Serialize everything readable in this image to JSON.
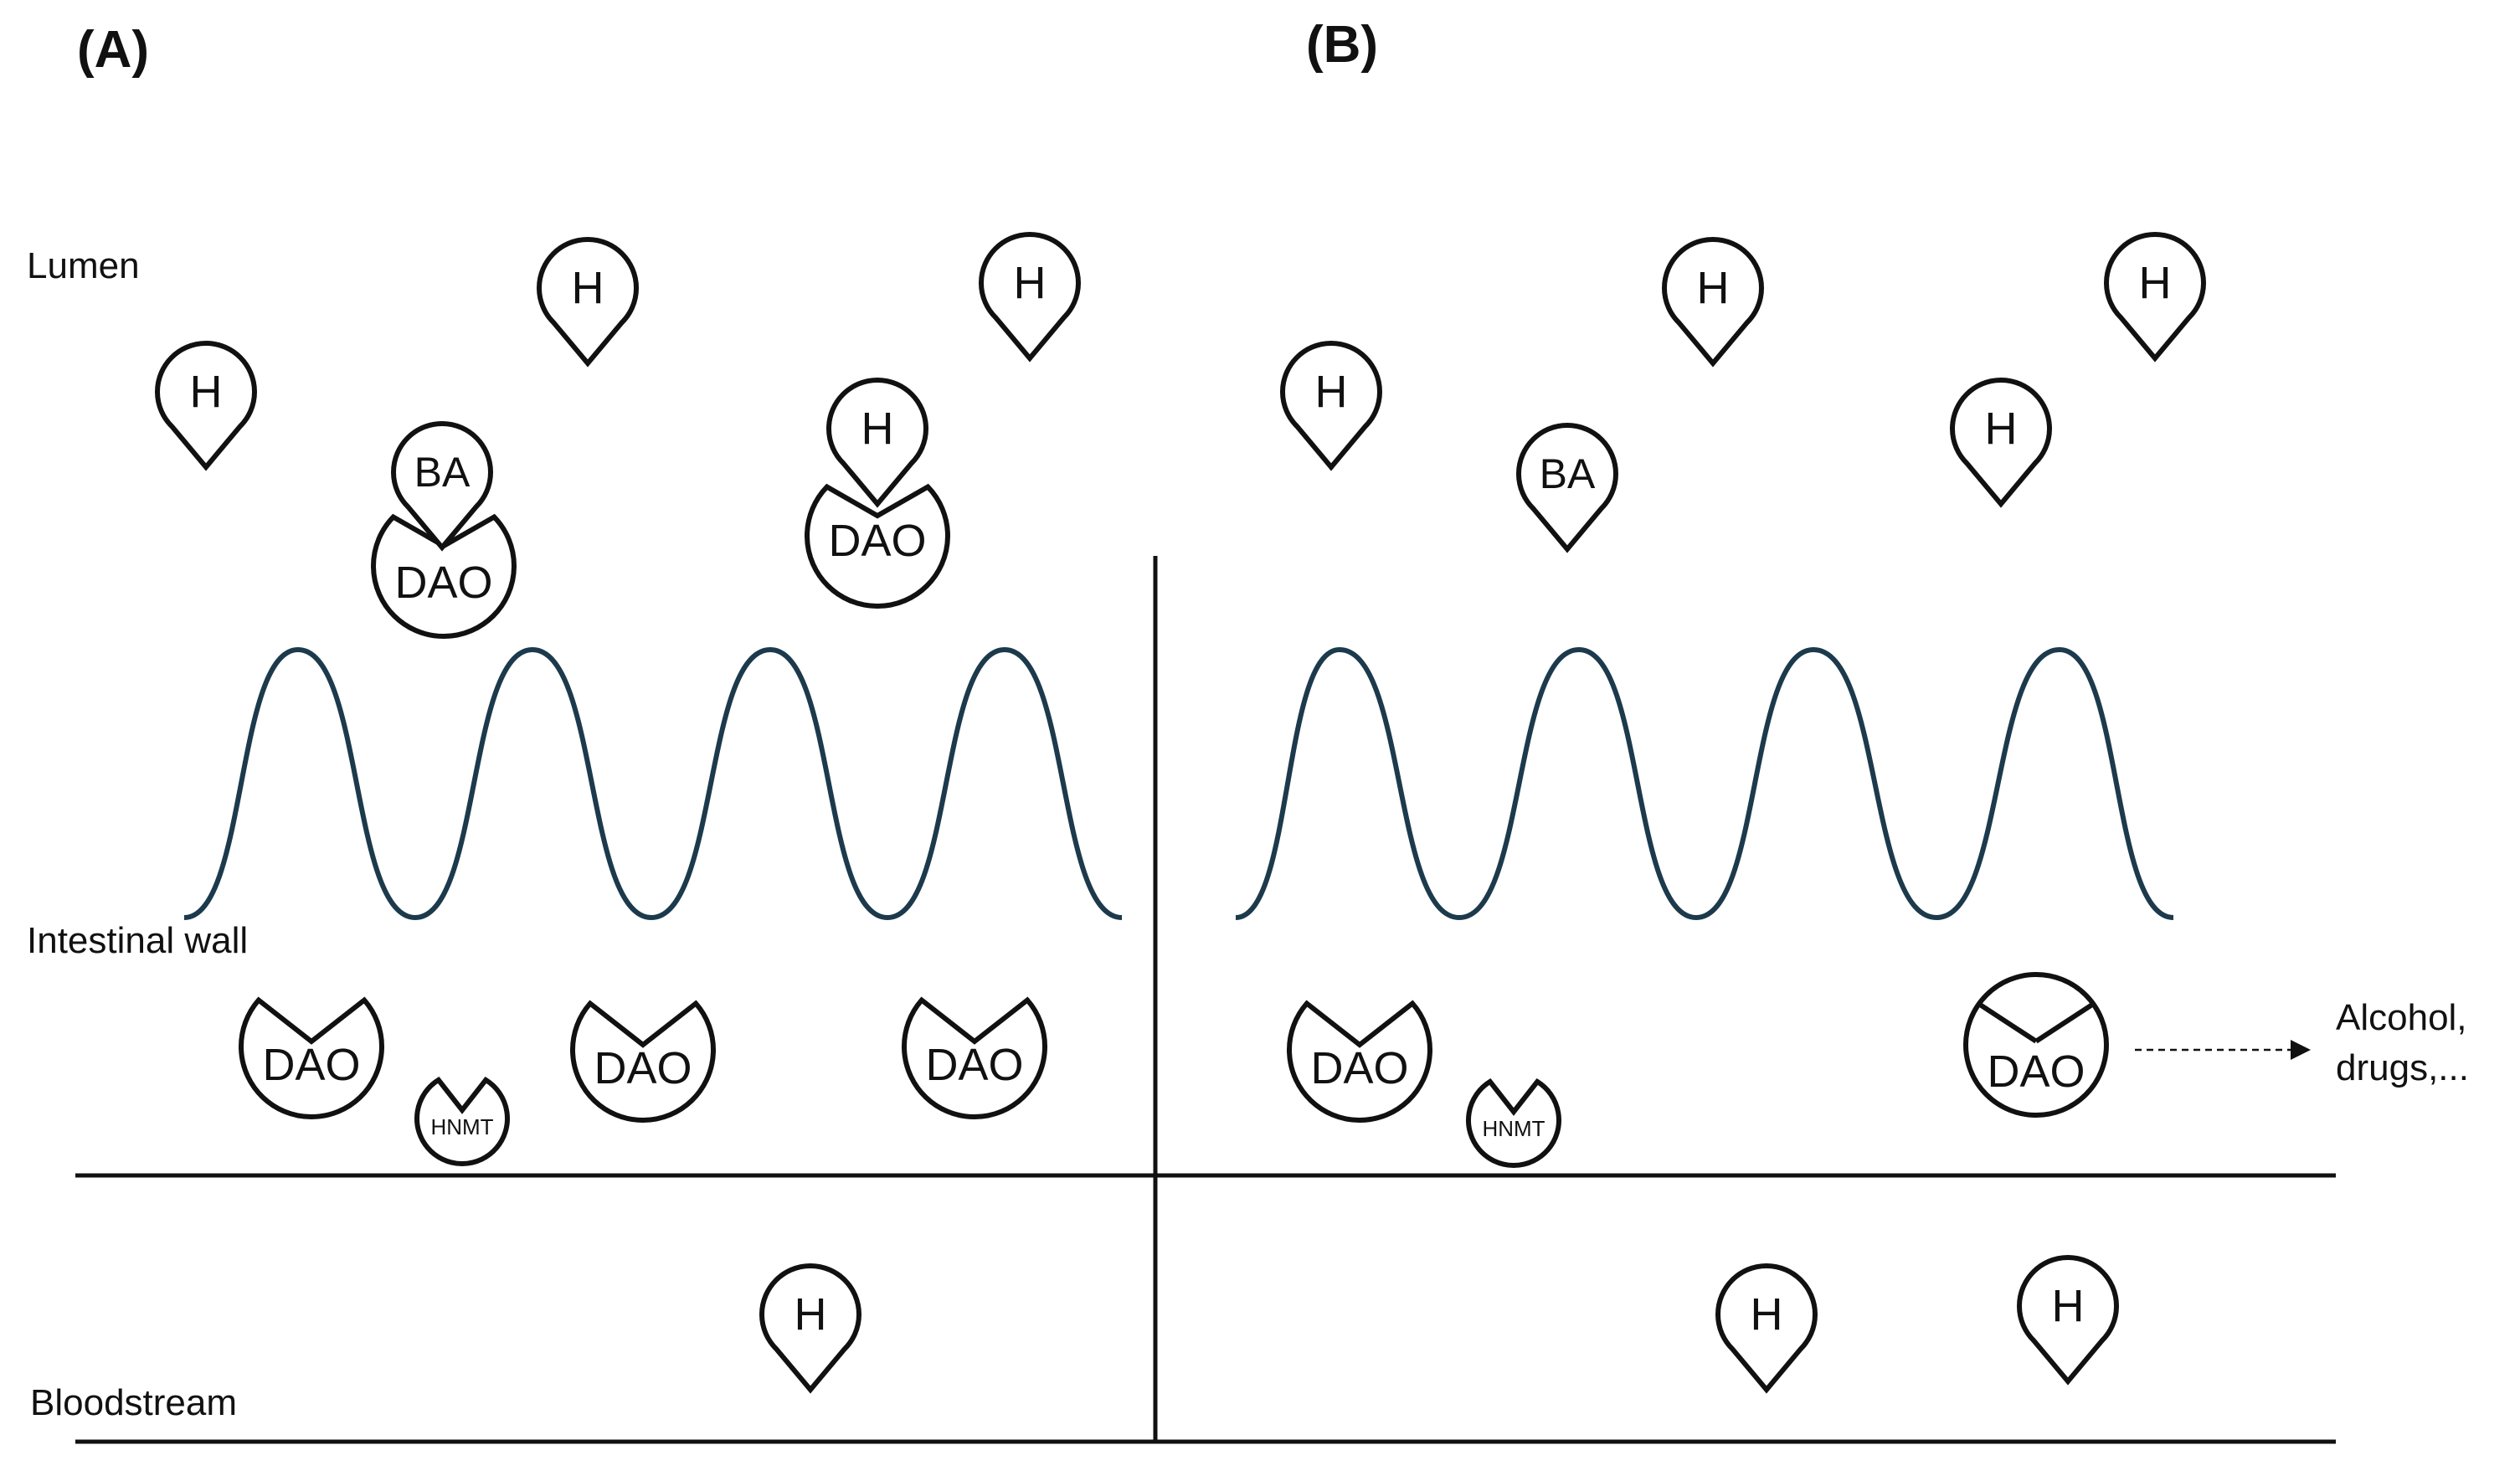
{
  "panels": {
    "a_label": "(A)",
    "b_label": "(B)"
  },
  "regions": {
    "lumen": "Lumen",
    "intestinal_wall": "Intestinal wall",
    "bloodstream": "Bloodstream"
  },
  "molecules": {
    "histamine": "H",
    "biogenic_amine": "BA",
    "dao": "DAO",
    "hnmt": "HNMT"
  },
  "inhibitor_note": {
    "line1": "Alcohol,",
    "line2": "drugs,..."
  }
}
